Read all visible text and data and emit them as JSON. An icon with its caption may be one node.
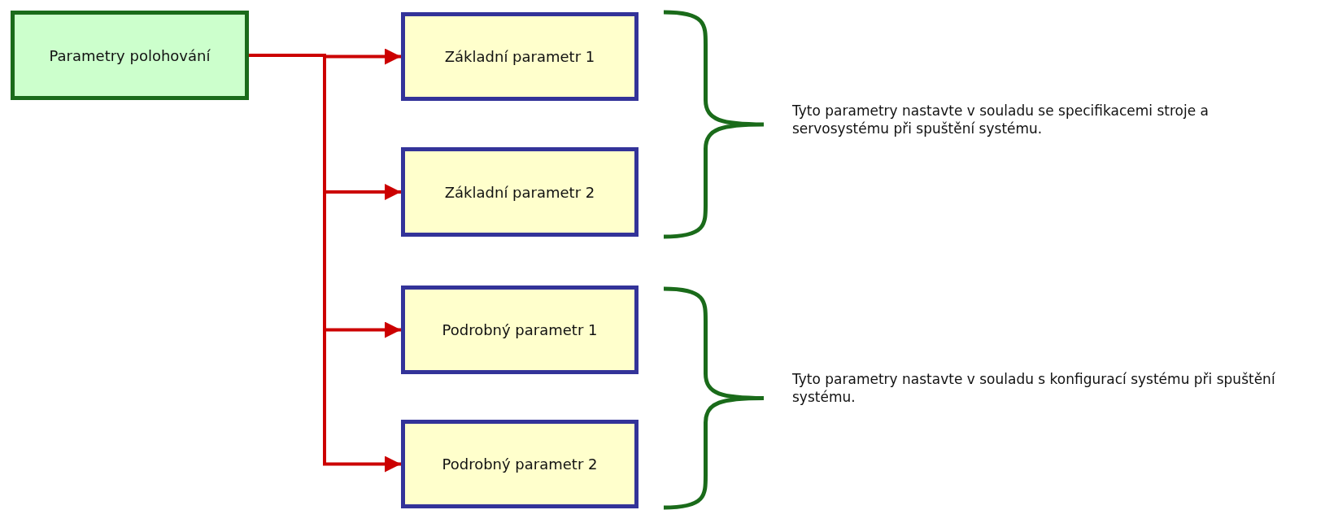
{
  "diagram": {
    "nodes": [
      {
        "text": [
          "Parametry polohování"
        ]
      },
      {
        "text": [
          "Základní parametr 1"
        ]
      },
      {
        "text": [
          "Základní parametr 2"
        ]
      },
      {
        "text": [
          "Podrobný parametr 1"
        ]
      },
      {
        "text": [
          "Podrobný parametr 2"
        ]
      }
    ],
    "edges": [
      {
        "from": 0,
        "to": 1,
        "arrow": "to"
      },
      {
        "from": 0,
        "to": 2,
        "arrow": "to"
      },
      {
        "from": 0,
        "to": 3,
        "arrow": "to"
      },
      {
        "from": 0,
        "to": 4,
        "arrow": "to"
      }
    ],
    "labels": [
      "Tyto parametry nastavte v souladu se specifikacemi stroje a servosystému při spuštění systému.",
      "Tyto parametry nastavte v souladu s konfigurací systému při spuštění systému."
    ]
  }
}
